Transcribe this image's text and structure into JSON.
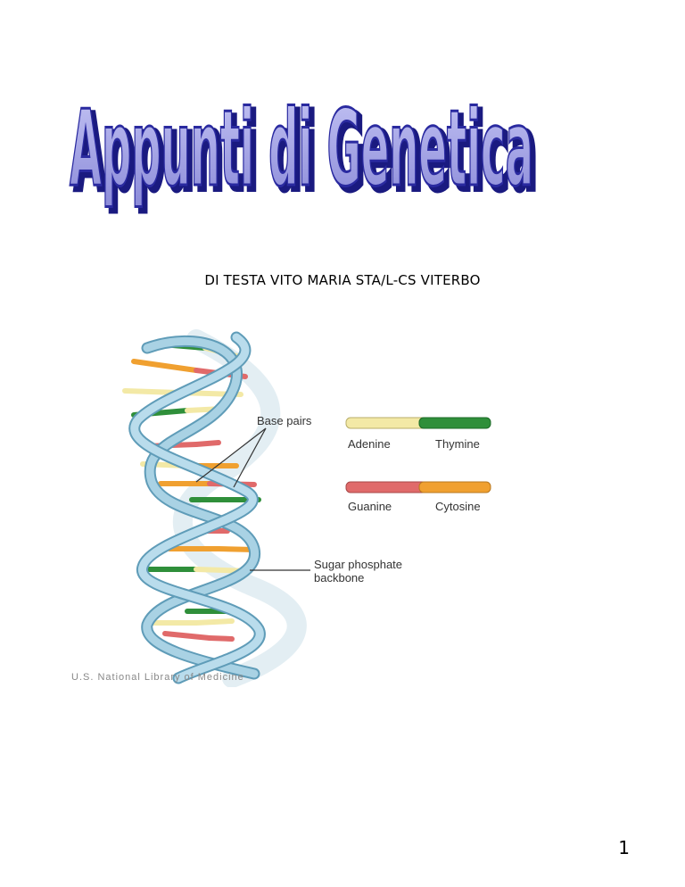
{
  "document": {
    "title": "Appunti di Genetica",
    "author_line": "DI  TESTA VITO MARIA STA/L-CS  VITERBO",
    "page_number": "1"
  },
  "figure": {
    "labels": {
      "base_pairs": "Base pairs",
      "adenine": "Adenine",
      "thymine": "Thymine",
      "guanine": "Guanine",
      "cytosine": "Cytosine",
      "sugar_line1": "Sugar phosphate",
      "sugar_line2": "backbone"
    },
    "credit": "U.S. National Library of Medicine",
    "colors": {
      "backbone": "#9cc8dc",
      "backbone_edge": "#5f9cb8",
      "adenine": "#f3e9a6",
      "thymine": "#2f8f3a",
      "guanine": "#e06a6a",
      "cytosine": "#f0a030",
      "title_fill": "#a8a8e8",
      "title_outline": "#2a2aa0"
    }
  }
}
